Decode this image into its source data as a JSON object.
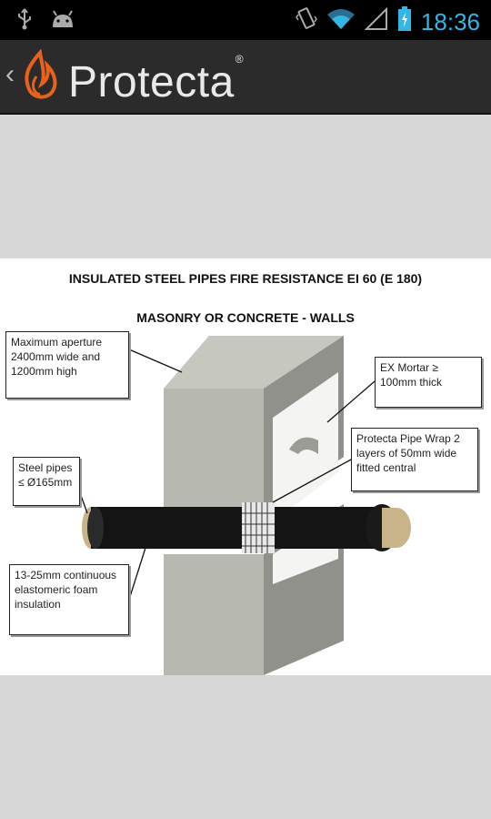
{
  "status_bar": {
    "time": "18:36",
    "icons": [
      "usb-icon",
      "android-icon",
      "vibrate-icon",
      "wifi-icon",
      "signal-icon",
      "battery-icon"
    ]
  },
  "action_bar": {
    "app_name": "Protecta",
    "trademark": "®"
  },
  "diagram": {
    "title": "INSULATED STEEL PIPES FIRE RESISTANCE EI 60 (E 180)",
    "subtitle": "MASONRY OR CONCRETE - WALLS",
    "callouts": {
      "aperture": "Maximum aperture 2400mm wide and 1200mm high",
      "mortar": "EX Mortar ≥ 100mm thick",
      "steel_pipes": "Steel pipes ≤ Ø165mm",
      "pipe_wrap": "Protecta Pipe Wrap 2 layers of 50mm wide fitted central",
      "insulation": "13-25mm continuous elastomeric foam insulation"
    }
  },
  "colors": {
    "status_time": "#33b5e5",
    "action_bar_bg": "#2b2b2b",
    "logo_flame": "#e8621d",
    "content_bg": "#d7d7d7"
  }
}
